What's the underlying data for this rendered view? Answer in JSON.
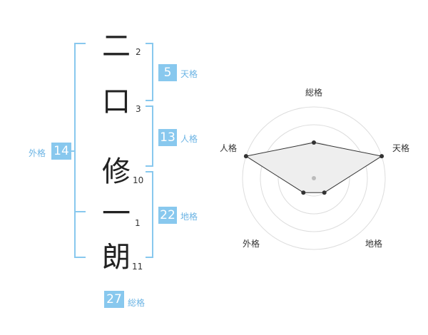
{
  "name_chars": [
    {
      "char": "二",
      "strokes": "2"
    },
    {
      "char": "口",
      "strokes": "3"
    },
    {
      "char": "修",
      "strokes": "10"
    },
    {
      "char": "一",
      "strokes": "1"
    },
    {
      "char": "朗",
      "strokes": "11"
    }
  ],
  "fortunes": {
    "tenkaku": {
      "label": "天格",
      "value": "5"
    },
    "jinkaku": {
      "label": "人格",
      "value": "13"
    },
    "chikaku": {
      "label": "地格",
      "value": "22"
    },
    "gaikaku": {
      "label": "外格",
      "value": "14"
    },
    "soukaku": {
      "label": "総格",
      "value": "27"
    }
  },
  "radar": {
    "labels": {
      "top": "総格",
      "right": "天格",
      "bottom_right": "地格",
      "bottom_left": "外格",
      "left": "人格"
    },
    "scores": {
      "soukaku": 2,
      "tenkaku": 4,
      "chikaku": 1,
      "gaikaku": 1,
      "jinkaku": 4
    },
    "max": 4,
    "colors": {
      "ring": "#dddddd",
      "fill": "#eeeeee",
      "line": "#333333",
      "point": "#333333",
      "center": "#bbbbbb"
    }
  },
  "colors": {
    "accent": "#88c8ee",
    "accent_text": "#6cb4e4"
  }
}
